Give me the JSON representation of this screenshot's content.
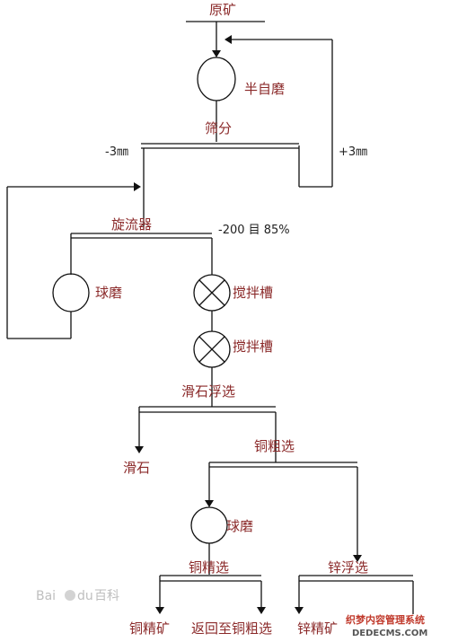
{
  "colors": {
    "label": "#8b2a2a",
    "line": "#111111",
    "watermark_red": "#c0392b"
  },
  "labels": {
    "raw_ore": "原矿",
    "sag_mill": "半自磨",
    "screening": "筛分",
    "minus3": "-3㎜",
    "plus3": "+3㎜",
    "cyclone": "旋流器",
    "size_spec": "-200 目 85%",
    "ball_mill_1": "球磨",
    "agitator_1": "搅拌槽",
    "agitator_2": "搅拌槽",
    "talc_flotation": "滑石浮选",
    "talc": "滑石",
    "copper_rougher": "铜粗选",
    "ball_mill_2": "球磨",
    "copper_cleaner": "铜精选",
    "zinc_flotation": "锌浮选",
    "copper_concentrate": "铜精矿",
    "return_to_rougher": "返回至铜粗选",
    "zinc_concentrate": "锌精矿"
  },
  "watermarks": {
    "baidu": "Bai",
    "baidu_paw": "du",
    "baike": "百科",
    "site_cn": "织梦内容管理系统",
    "site_en": "DEDECMS.COM"
  }
}
